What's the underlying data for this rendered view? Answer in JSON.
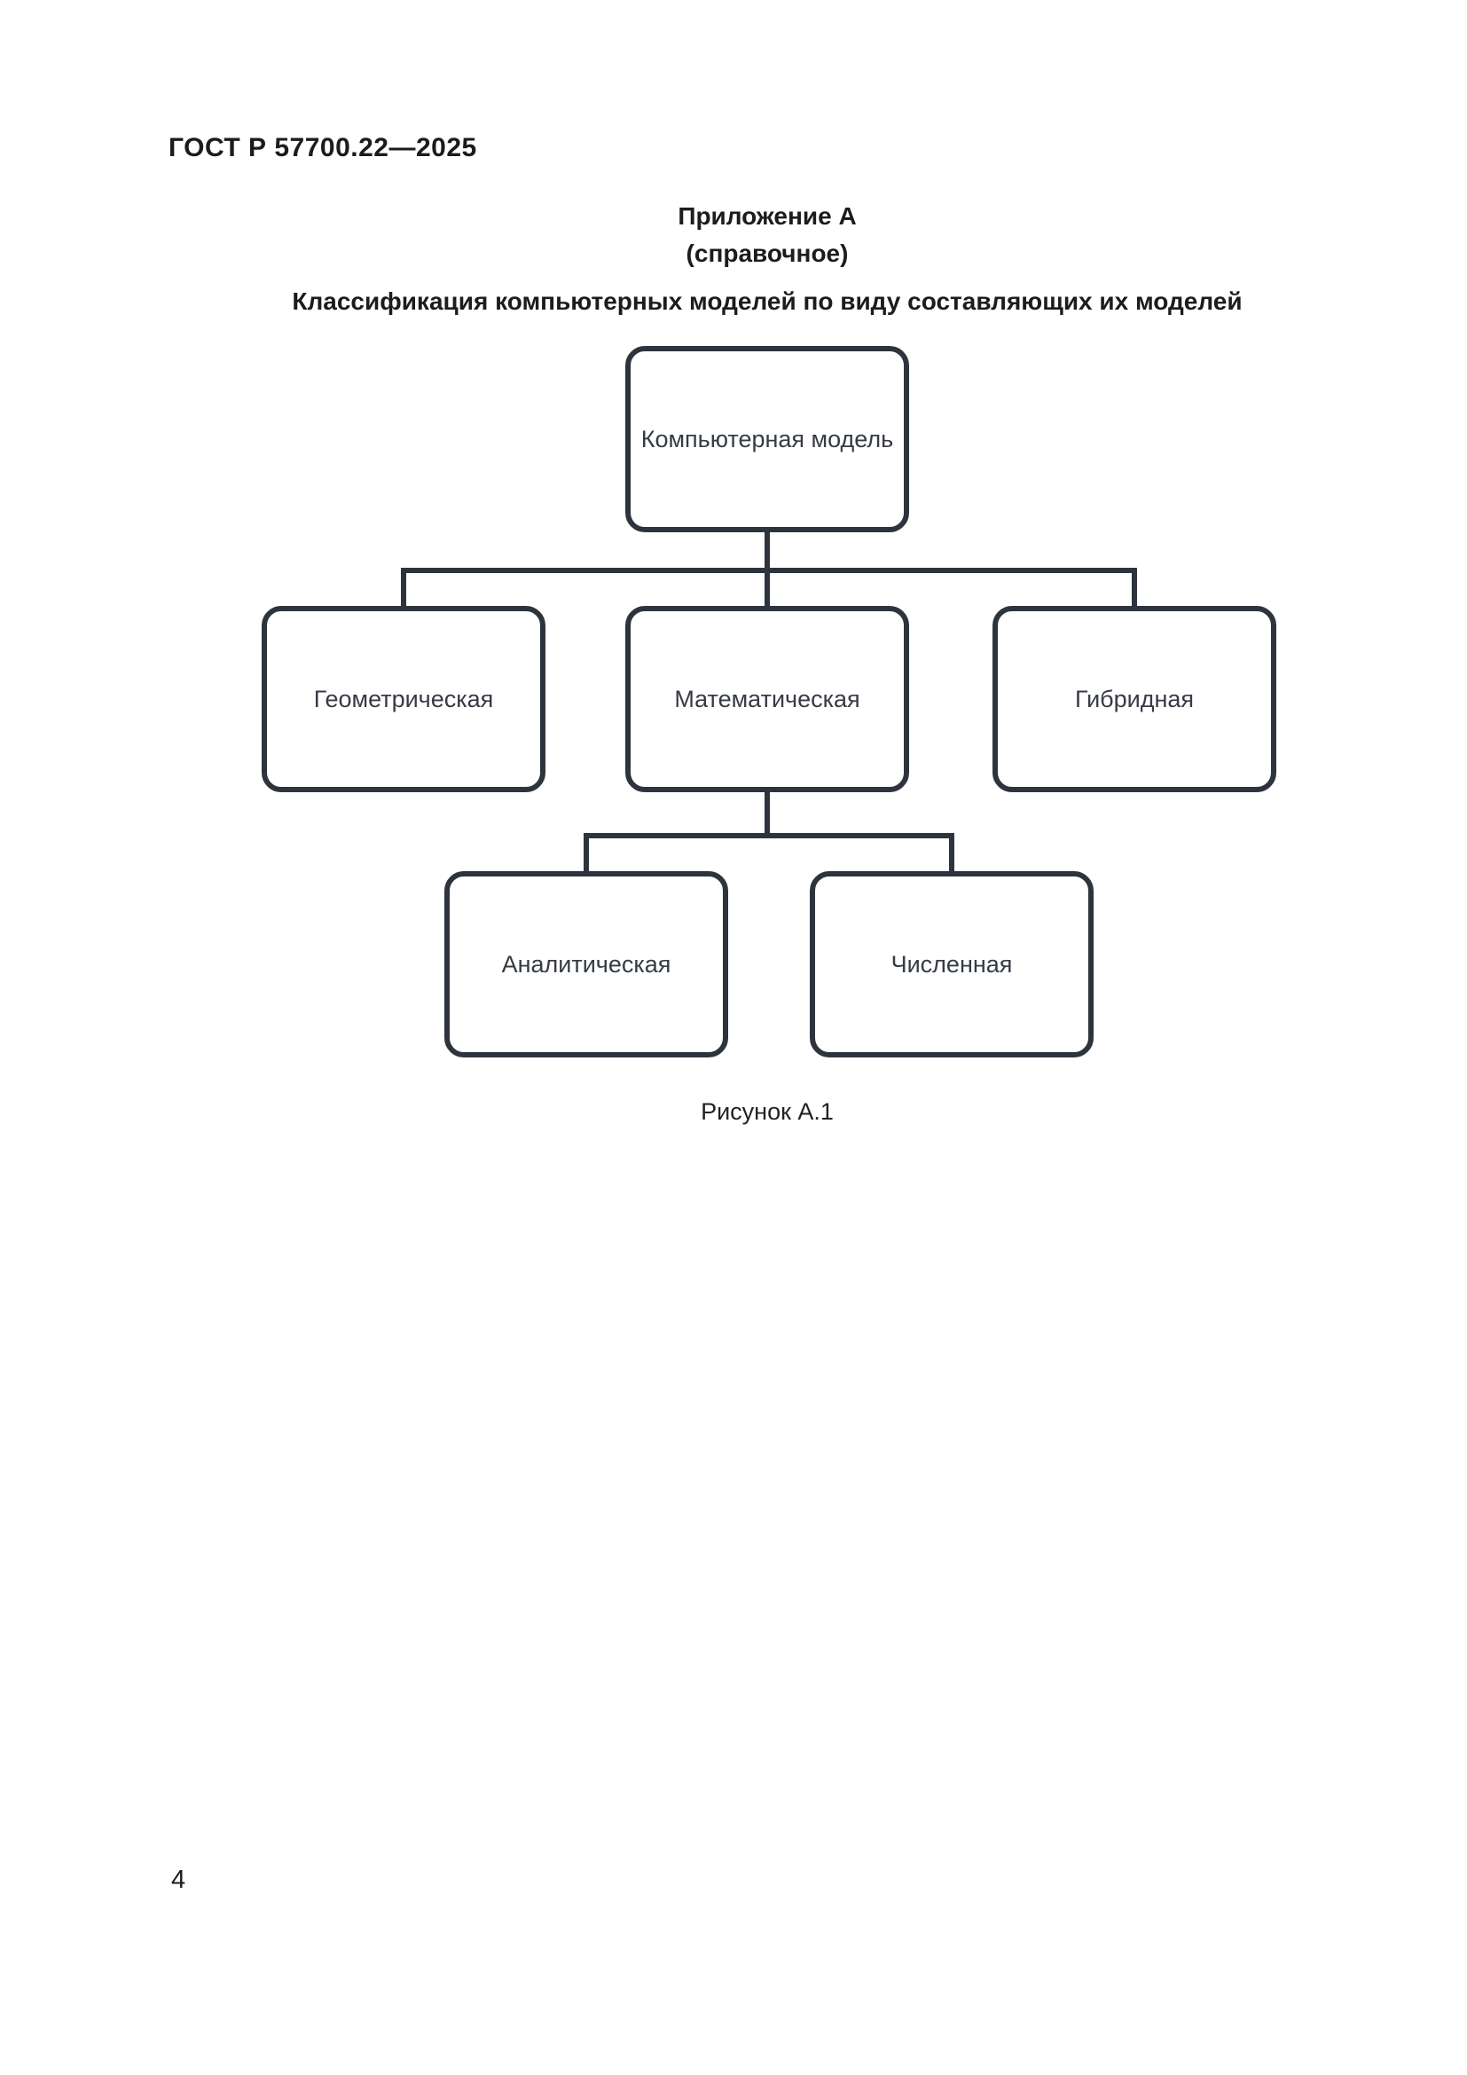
{
  "page": {
    "header": "ГОСТ Р 57700.22—2025",
    "appendix_line1": "Приложение А",
    "appendix_line2": "(справочное)",
    "title": "Классификация компьютерных моделей по виду составляющих их моделей",
    "figure_caption": "Рисунок А.1",
    "page_number": "4"
  },
  "diagram": {
    "type": "tree",
    "line_color": "#2e343e",
    "root": "Компьютерная модель",
    "level1": [
      "Геометрическая",
      "Математическая",
      "Гибридная"
    ],
    "level2_parent": "Математическая",
    "level2": [
      "Аналитическая",
      "Численная"
    ]
  }
}
